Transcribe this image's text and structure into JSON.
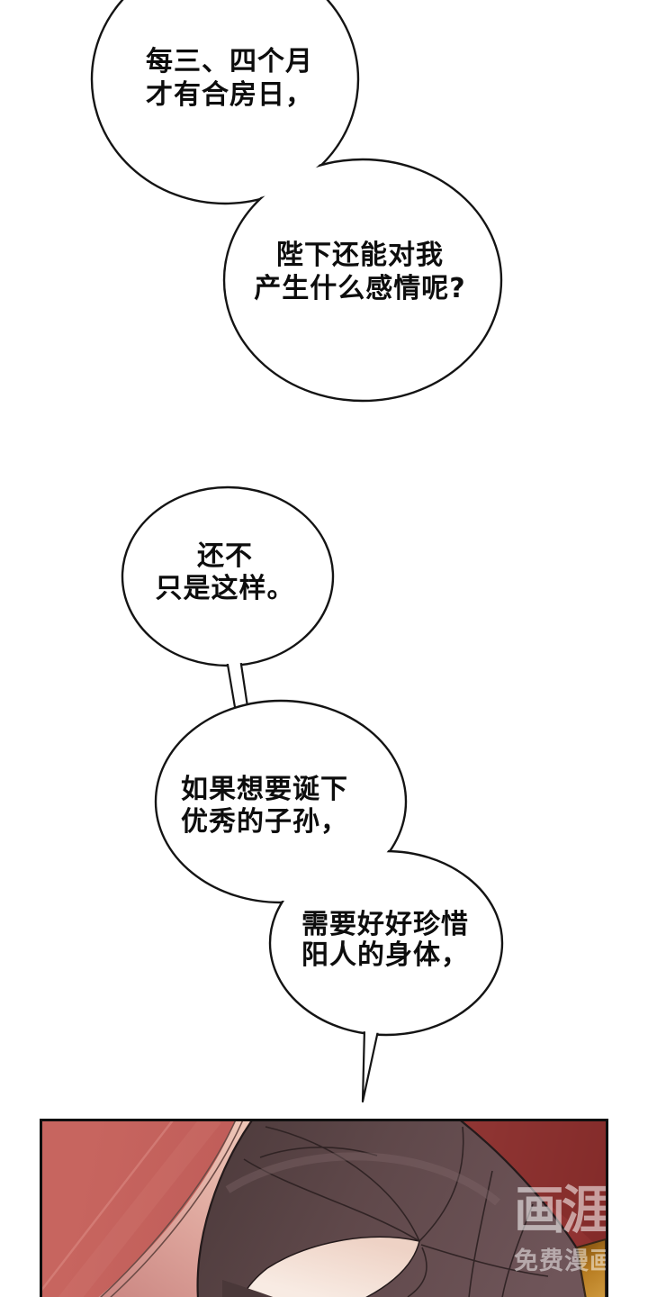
{
  "page": {
    "type": "webtoon-comic-page",
    "background": "#ffffff"
  },
  "bubbles": [
    {
      "lines": [
        "每三、四个月",
        "才有合房日，"
      ]
    },
    {
      "lines": [
        "陛下还能对我",
        "产生什么感情呢?"
      ]
    },
    {
      "lines": [
        "还不",
        "只是这样。"
      ]
    },
    {
      "lines": [
        "如果想要诞下",
        "优秀的子孙，"
      ]
    },
    {
      "lines": [
        "需要好好珍惜",
        "阳人的身体，"
      ]
    }
  ],
  "panel": {
    "watermark": {
      "logo": "画涯",
      "subtitle": "免费漫画"
    }
  },
  "colors": {
    "bubble_outline": "#141414",
    "wall_red": "#c2605d",
    "wall_dark_red": "#8c2f2e",
    "hair_brown": "#5e4749",
    "skin": "#f6e7df",
    "highlight_pink": "#e5b3a9",
    "orange_accent": "#b87d22",
    "watermark_white": "rgba(255,255,255,0.55)"
  }
}
